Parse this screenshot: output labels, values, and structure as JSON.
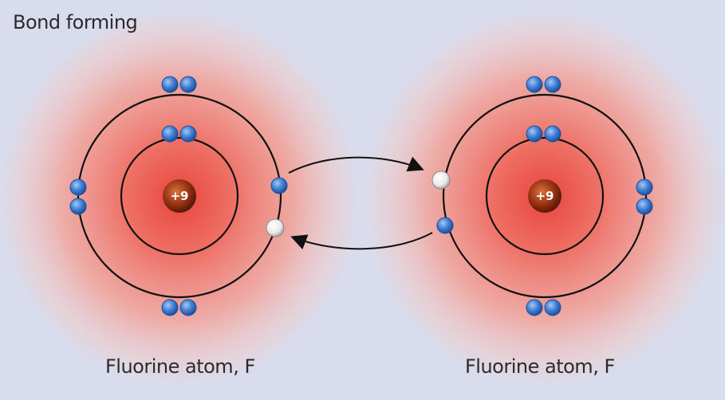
{
  "title": "Bond forming",
  "atoms": [
    {
      "nucleus_charge": "+9",
      "label": "Fluorine atom, F"
    },
    {
      "nucleus_charge": "+9",
      "label": "Fluorine atom, F"
    }
  ],
  "colors": {
    "background": "#d9dcec",
    "electron_cloud": "#ef6c6c",
    "electron": "#3f7fd4",
    "shared_electron": "#f2f2f2",
    "nucleus": "#8a2a12",
    "orbit": "#111111"
  }
}
